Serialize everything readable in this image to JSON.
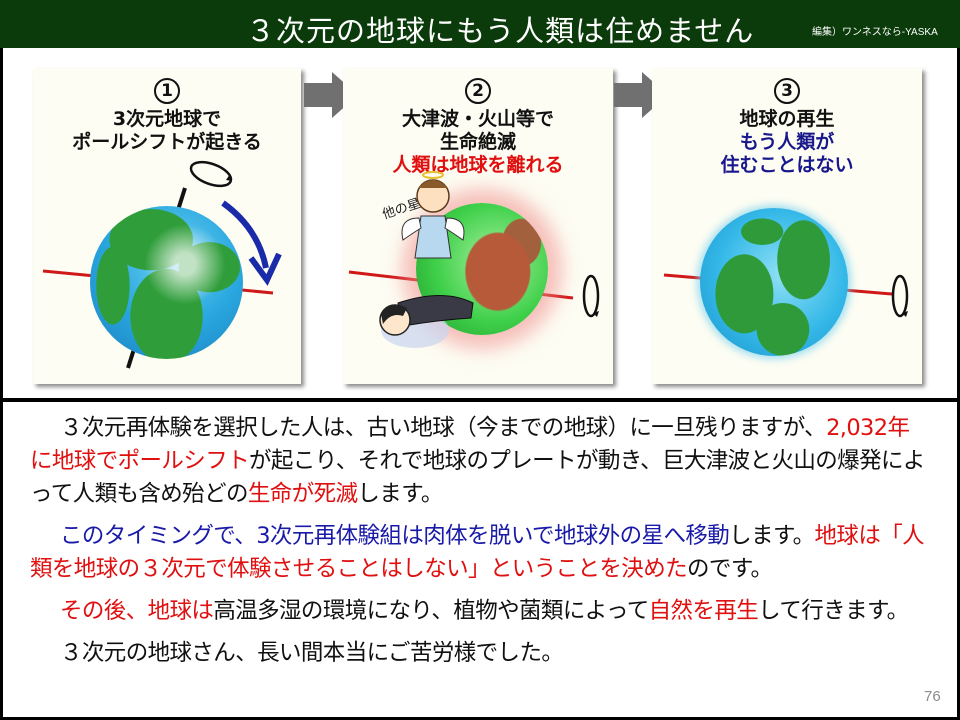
{
  "header": {
    "title": "３次元の地球にもう人類は住めません",
    "credit": "編集）ワンネスなら-YASKA",
    "background_color": "#0b3a0b"
  },
  "panels": [
    {
      "number": "1",
      "caption_lines": [
        {
          "text": "3次元地球で",
          "color": "black"
        },
        {
          "text": "ポールシフトが起きる",
          "color": "black"
        }
      ],
      "illustration": "tilting-earth-globe-with-rotation-and-shift-arrow"
    },
    {
      "number": "2",
      "caption_lines": [
        {
          "text": "大津波・火山等で",
          "color": "black"
        },
        {
          "text": "生命絶滅",
          "color": "black"
        },
        {
          "text": "人類は地球を離れる",
          "color": "red"
        }
      ],
      "illustration_label": "他の星へ",
      "illustration": "scorched-earth-with-angel-and-fallen-man"
    },
    {
      "number": "3",
      "caption_lines": [
        {
          "text": "地球の再生",
          "color": "black"
        },
        {
          "text": "もう人類が",
          "color": "navy"
        },
        {
          "text": "住むことはない",
          "color": "navy"
        }
      ],
      "illustration": "regenerated-earth-globe"
    }
  ],
  "body": {
    "paragraphs": [
      {
        "segments": [
          {
            "text": "３次元再体験を選択した人は、古い地球（今までの地球）に一旦残りますが、",
            "color": "black"
          },
          {
            "text": "2,032年に地球でポールシフト",
            "color": "red"
          },
          {
            "text": "が起こり、それで地球のプレートが動き、巨大津波と火山の爆発によって人類も含め殆どの",
            "color": "black"
          },
          {
            "text": "生命が死滅",
            "color": "red"
          },
          {
            "text": "します。",
            "color": "black"
          }
        ]
      },
      {
        "segments": [
          {
            "text": "このタイミングで、3次元再体験組は肉体を脱いで地球外の星へ移動",
            "color": "blue"
          },
          {
            "text": "します。",
            "color": "black"
          },
          {
            "text": "地球は「人類を地球の３次元で体験させることはしない」ということを決めた",
            "color": "red"
          },
          {
            "text": "のです。",
            "color": "black"
          }
        ]
      },
      {
        "segments": [
          {
            "text": "その後、地球は",
            "color": "red"
          },
          {
            "text": "高温多湿の環境になり、植物や菌類によって",
            "color": "black"
          },
          {
            "text": "自然を再生",
            "color": "red"
          },
          {
            "text": "して行きます。",
            "color": "black"
          }
        ]
      },
      {
        "segments": [
          {
            "text": "３次元の地球さん、長い間本当にご苦労様でした。",
            "color": "black"
          }
        ]
      }
    ]
  },
  "page_number": "76",
  "colors": {
    "red": "#e01010",
    "blue": "#1a1aa8",
    "navy": "#18188c",
    "panel_bg": "#fdfdf3",
    "arrow": "#707070"
  }
}
